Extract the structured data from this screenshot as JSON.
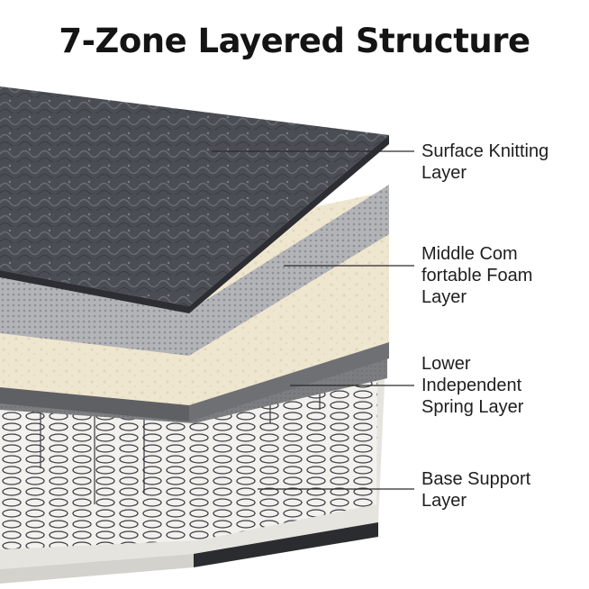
{
  "title": "7-Zone Layered Structure",
  "layers": [
    {
      "name": "surface",
      "lines": [
        "Surface Knitting",
        "Layer"
      ]
    },
    {
      "name": "foam",
      "lines": [
        "Middle Com",
        "fortable Foam",
        "Layer"
      ]
    },
    {
      "name": "spring",
      "lines": [
        "Lower",
        "Independent",
        "Spring Layer"
      ]
    },
    {
      "name": "base",
      "lines": [
        "Base Support",
        "Layer"
      ]
    }
  ],
  "colors": {
    "knit_top": "#4a4d54",
    "knit_edge": "#2c2e33",
    "mesh_border": "#a9aaae",
    "foam": "#efe6cf",
    "felt": "#7c7d80",
    "base": "#e6e4df",
    "leader_line": "#2a2a2a"
  }
}
